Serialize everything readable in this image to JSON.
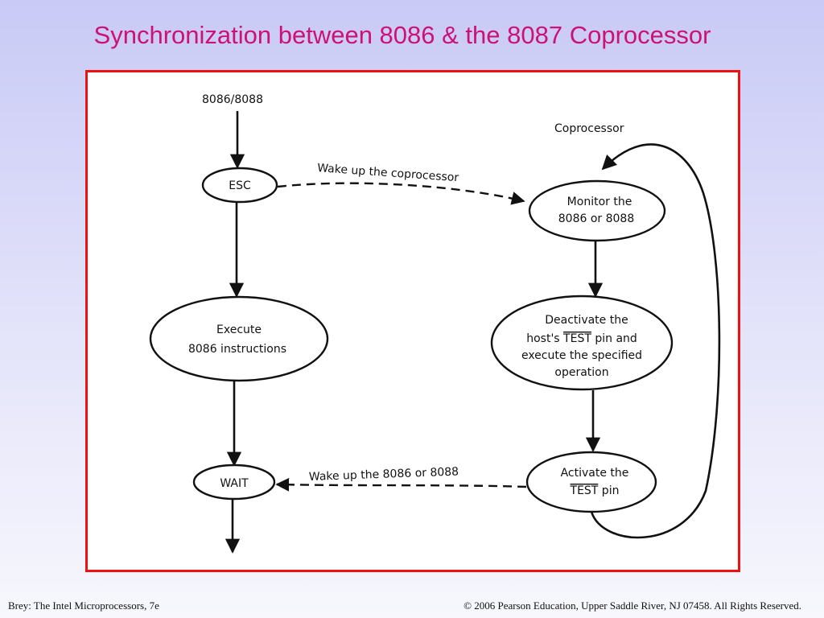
{
  "title": "Synchronization between 8086 & the 8087 Coprocessor",
  "diagram": {
    "host_label": "8086/8088",
    "coprocessor_label": "Coprocessor",
    "nodes": {
      "esc": "ESC",
      "execute_line1": "Execute",
      "execute_line2": "8086 instructions",
      "wait": "WAIT",
      "monitor_line1": "Monitor the",
      "monitor_line2": "8086 or 8088",
      "deactivate_line1": "Deactivate the",
      "deactivate_line2_pre": "host's ",
      "deactivate_line2_over": "TEST",
      "deactivate_line2_post": " pin and",
      "deactivate_line3": "execute the specified",
      "deactivate_line4": "operation",
      "activate_line1": "Activate the",
      "activate_line2_over": "TEST",
      "activate_line2_post": " pin"
    },
    "edges": {
      "wake_coprocessor": "Wake up the coprocessor",
      "wake_host": "Wake up the 8086 or 8088"
    }
  },
  "footer": {
    "left": "Brey: The Intel Microprocessors, 7e",
    "right": "© 2006 Pearson Education, Upper Saddle River, NJ 07458. All Rights Reserved."
  }
}
